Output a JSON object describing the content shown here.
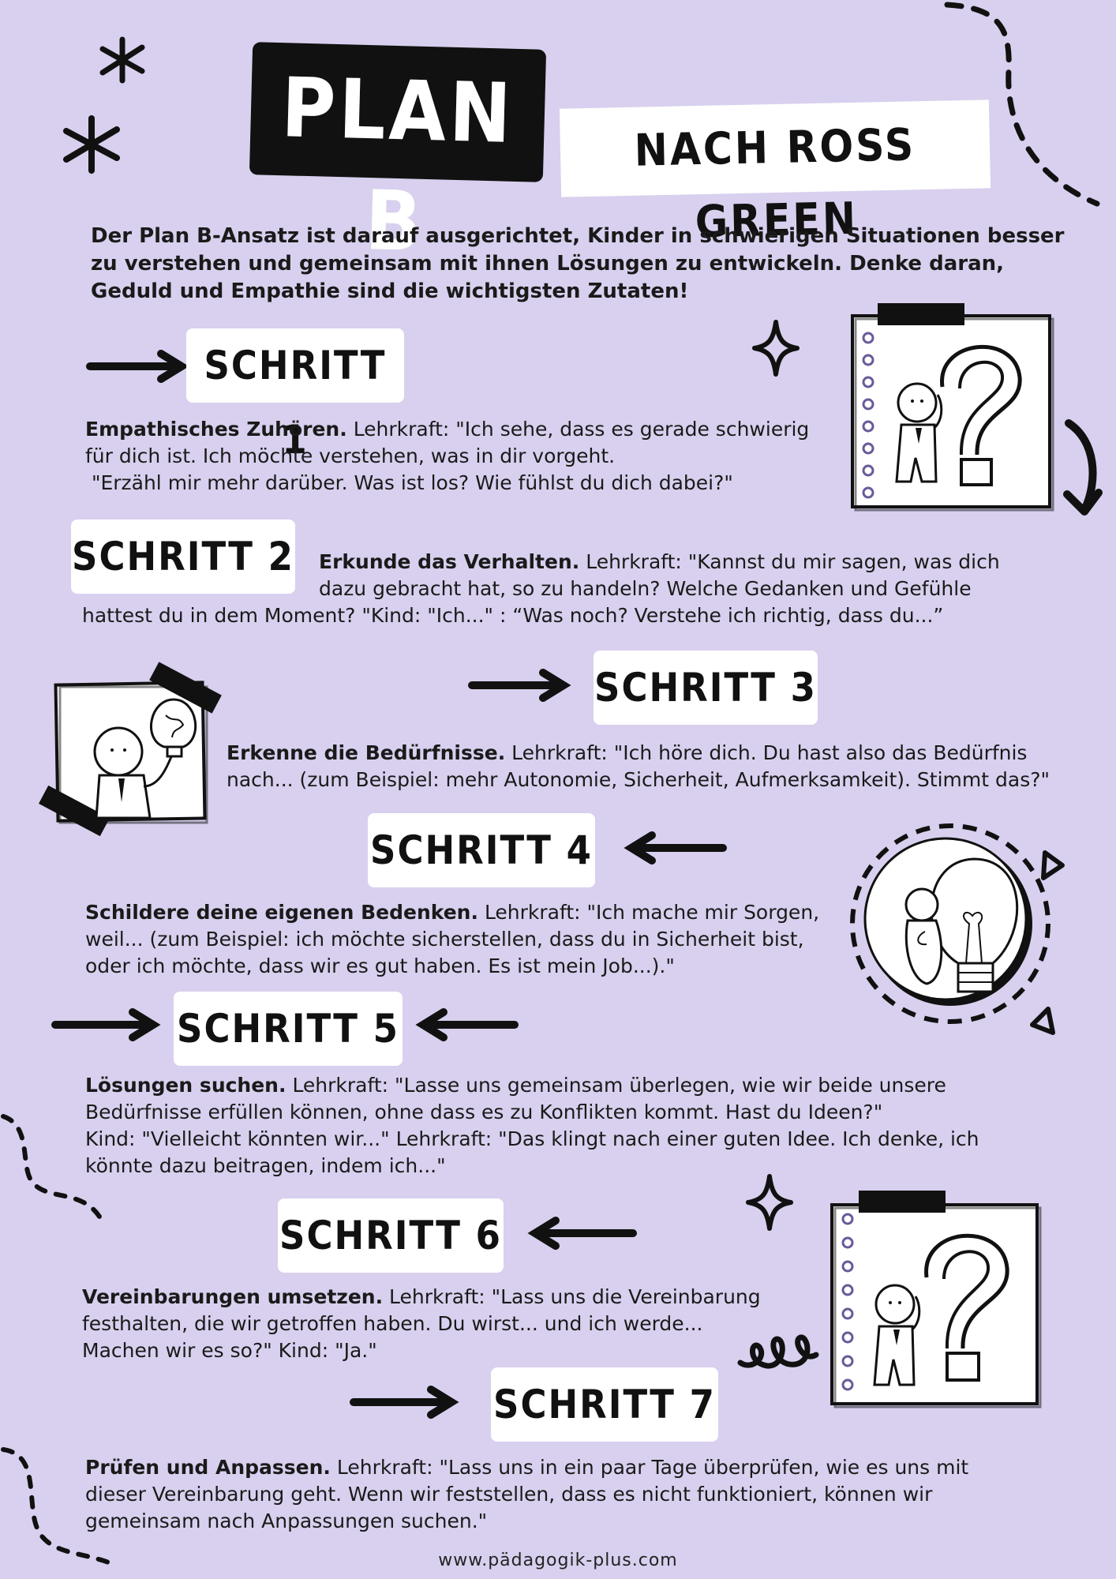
{
  "header": {
    "title": "PLAN B",
    "subtitle": "NACH ROSS GREEN"
  },
  "intro": "Der Plan B-Ansatz ist darauf ausgerichtet, Kinder in schwierigen Situationen besser zu verstehen und gemeinsam mit ihnen Lösungen zu entwickeln. Denke daran, Geduld und Empathie sind die wichtigsten Zutaten!",
  "steps": [
    {
      "label": "SCHRITT 1",
      "heading": "Empathisches Zuhören.",
      "lines": [
        "Lehrkraft: \"Ich sehe, dass es gerade schwierig",
        "für dich ist. Ich möchte verstehen, was in dir vorgeht.",
        " \"Erzähl mir mehr darüber. Was ist los? Wie fühlst du dich dabei?\""
      ]
    },
    {
      "label": "SCHRITT 2",
      "heading": "Erkunde das Verhalten.",
      "lines": [
        "Lehrkraft: \"Kannst du mir sagen, was dich",
        "dazu gebracht hat, so zu handeln? Welche Gedanken und Gefühle",
        "hattest du in dem Moment? \"Kind: \"Ich...\" : “Was noch? Verstehe ich richtig, dass du...”"
      ]
    },
    {
      "label": "SCHRITT 3",
      "heading": "Erkenne die Bedürfnisse.",
      "lines": [
        "Lehrkraft: \"Ich höre dich. Du hast also das Bedürfnis",
        "nach... (zum Beispiel: mehr Autonomie, Sicherheit, Aufmerksamkeit). Stimmt das?\""
      ]
    },
    {
      "label": "SCHRITT 4",
      "heading": "Schildere deine eigenen Bedenken.",
      "lines": [
        "Lehrkraft: \"Ich mache mir Sorgen,",
        "weil... (zum Beispiel: ich möchte sicherstellen, dass du in Sicherheit bist,",
        "oder ich möchte, dass wir es gut haben. Es ist mein Job...).\""
      ]
    },
    {
      "label": "SCHRITT 5",
      "heading": "Lösungen suchen.",
      "lines": [
        "Lehrkraft: \"Lasse uns gemeinsam überlegen, wie wir beide unsere",
        "Bedürfnisse erfüllen können, ohne dass es zu Konflikten kommt. Hast du Ideen?\"",
        "Kind: \"Vielleicht könnten wir...\" Lehrkraft: \"Das klingt nach einer guten Idee. Ich denke, ich",
        "könnte dazu beitragen, indem ich...\""
      ]
    },
    {
      "label": "SCHRITT 6",
      "heading": "Vereinbarungen umsetzen.",
      "lines": [
        "Lehrkraft: \"Lass uns die Vereinbarung",
        "festhalten, die wir getroffen haben. Du wirst... und ich werde...",
        "Machen wir es so?\" Kind: \"Ja.\""
      ]
    },
    {
      "label": "SCHRITT 7",
      "heading": "Prüfen und Anpassen.",
      "lines": [
        "Lehrkraft: \"Lass uns in ein paar Tage überprüfen, wie es uns mit",
        "dieser Vereinbarung geht. Wenn wir feststellen, dass es nicht funktioniert, können wir",
        "gemeinsam nach Anpassungen suchen.\""
      ]
    }
  ],
  "footer": "www.pädagogik-plus.com",
  "icons": [
    "question-mark-card-icon",
    "lightbulb-card-icon",
    "thinking-lightbulb-icon",
    "arrow-icon",
    "sparkle-icon",
    "asterisk-icon"
  ],
  "colors": {
    "background": "#d8d0ee",
    "ink": "#111111",
    "card": "#ffffff"
  }
}
